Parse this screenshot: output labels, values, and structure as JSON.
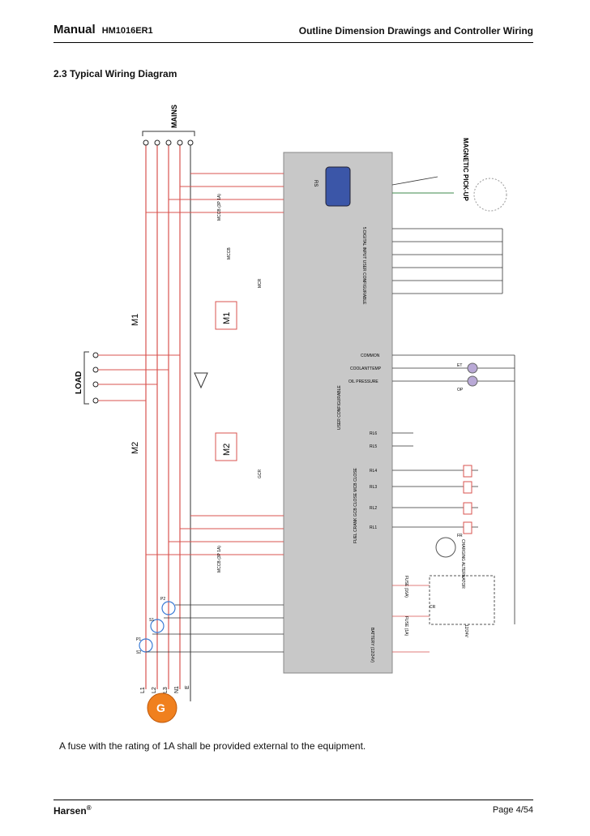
{
  "header": {
    "manual": "Manual",
    "model": "HM1016ER1",
    "section": "Outline Dimension Drawings and Controller Wiring"
  },
  "section_title": "2.3 Typical Wiring Diagram",
  "diagram": {
    "mains": "MAINS",
    "load": "LOAD",
    "m1": "M1",
    "m2": "M2",
    "mccb": "MCCB",
    "mccb_3p": "MCCB (3P 1A)",
    "mcr": "MCR",
    "gcr": "GCR",
    "rs": "RS",
    "magnetic_pickup": "MAGNETIC PICK-UP",
    "digital_input": "5 DIGITAL INPUT USER CONFIGURABLE",
    "common": "COMMON",
    "coolant_temp": "COOLANTTEMP",
    "oil_pressure": "OIL PRESSURE",
    "user_configurable": "USER CONFIGURABLE",
    "rl6": "RL6",
    "rl5": "RL5",
    "rl4": "RL4",
    "rl3": "RL3",
    "rl2": "RL2",
    "rl1": "RL1",
    "relay_names": "FUEL CRANK GCB CLOSE MCB CLOSE",
    "fr": "FR",
    "cr": "CR",
    "et": "ET",
    "op": "OP",
    "fuse_16a": "FUSE (16A)",
    "fuse_1a": "FUSE (1A)",
    "battery": "BATTERY (12/24V)",
    "v_12_24": "12/24V",
    "charging_alt": "CHARGING ALTERNATOR",
    "l1": "L1",
    "l2": "L2",
    "l3": "L3",
    "n1": "N1",
    "e": "E",
    "gen": "G",
    "p1": "P1",
    "p2": "P2",
    "s1": "S1",
    "s2": "S2"
  },
  "note": "A fuse with the rating of 1A shall be provided external to the equipment.",
  "footer": {
    "brand": "Harsen",
    "reg": "®",
    "page": "Page 4/54"
  },
  "colors": {
    "wire": "#d9534f",
    "controller": "#c8c8c8",
    "generator": "#f0801e",
    "ct": "#3a7bd5"
  }
}
